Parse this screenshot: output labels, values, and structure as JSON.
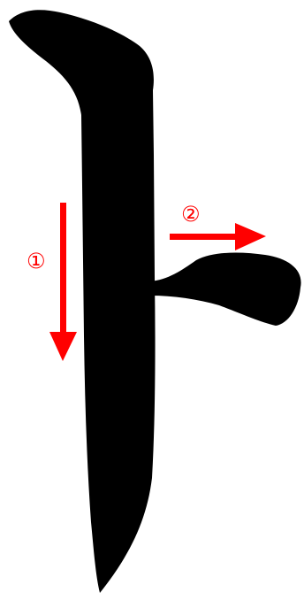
{
  "character": {
    "glyph": "⺊",
    "stroke_color": "#000000"
  },
  "strokes": [
    {
      "order": "①",
      "direction": "down"
    },
    {
      "order": "②",
      "direction": "right"
    }
  ],
  "colors": {
    "background": "#ffffff",
    "arrow": "#ff0000",
    "label": "#ff0000"
  }
}
